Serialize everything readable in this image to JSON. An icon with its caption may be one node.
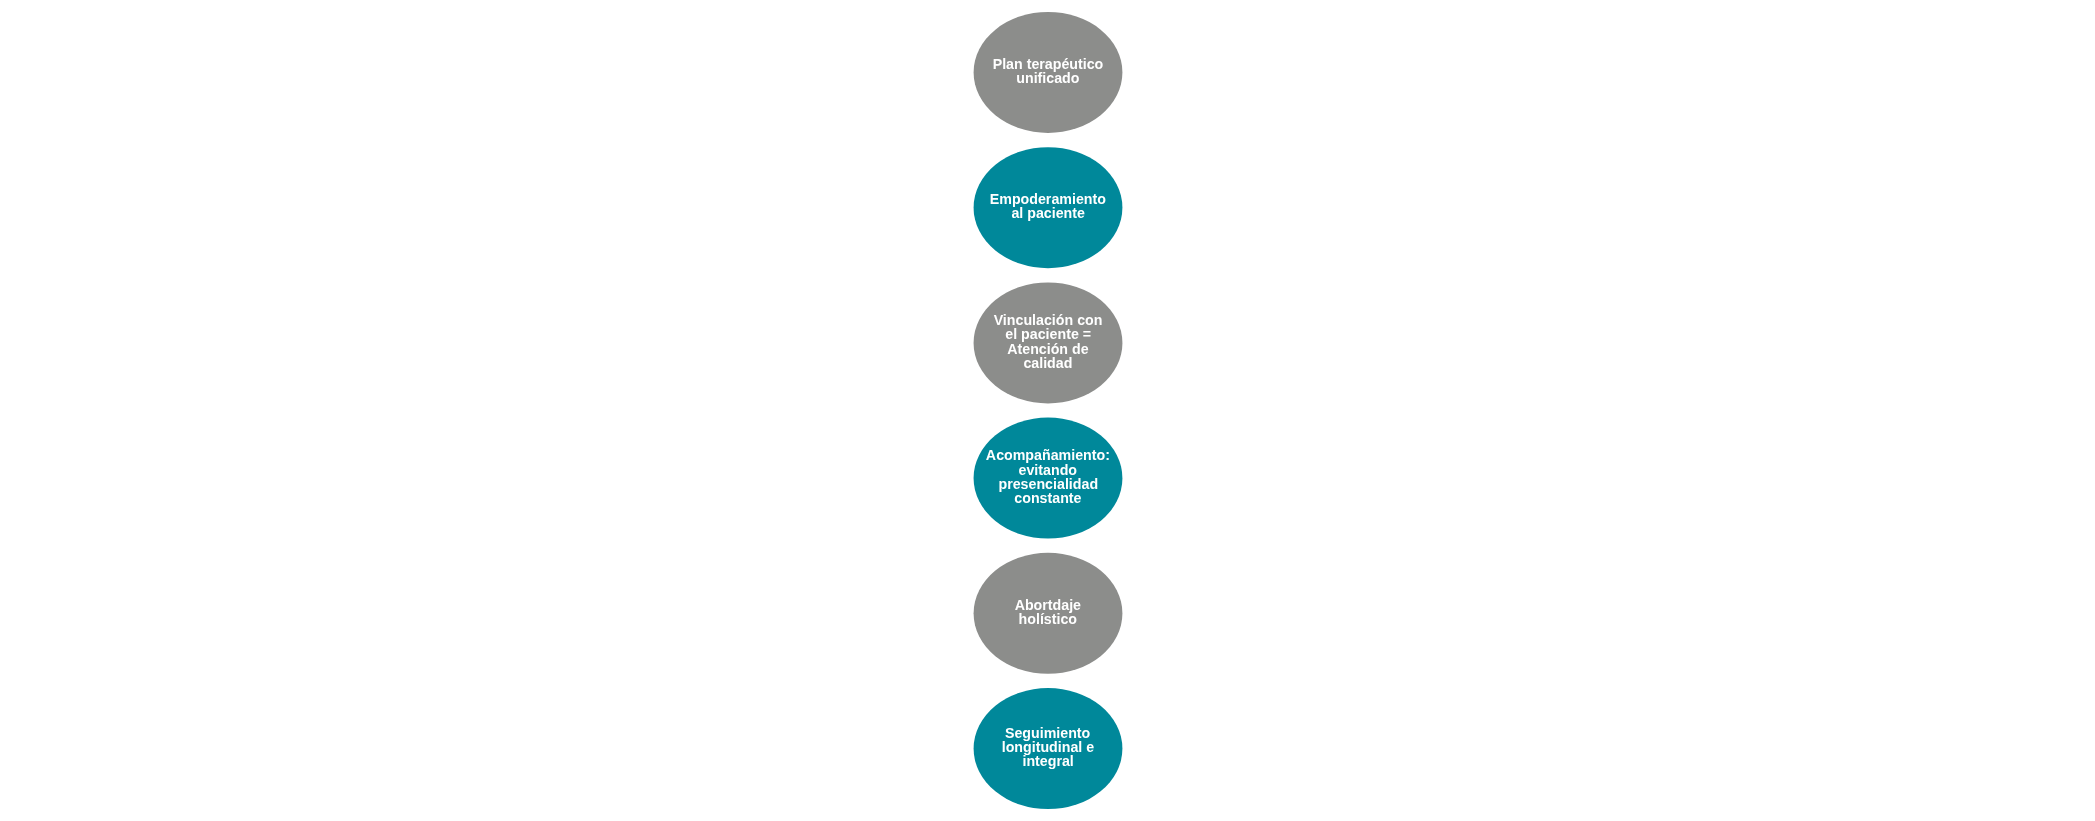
{
  "diagram": {
    "nodes": [
      {
        "text": [
          "Seguimiento longitudinal e integral"
        ]
      },
      {
        "text": [
          "Abortdaje holístico"
        ]
      },
      {
        "text": [
          "Acompañamiento: evitando presencialidad constante"
        ]
      },
      {
        "text": [
          "Vinculación con el paciente = Atención de calidad"
        ]
      },
      {
        "text": [
          "Empoderamiento al paciente"
        ]
      },
      {
        "text": [
          "Plan terapéutico unificado"
        ]
      }
    ],
    "edges": []
  }
}
